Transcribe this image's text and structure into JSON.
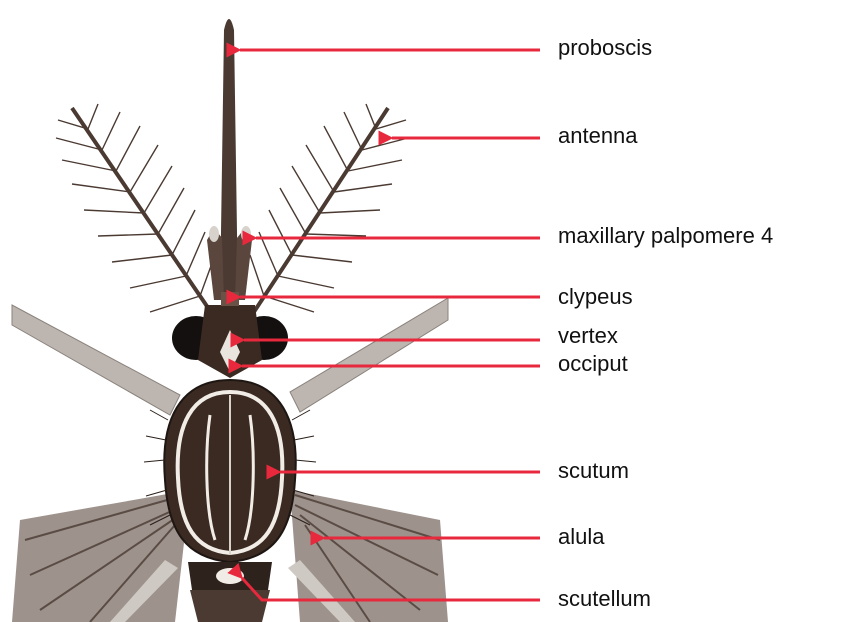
{
  "colors": {
    "arrow": "#e8283c",
    "body_dark": "#3a2a22",
    "body_mid": "#5a463c",
    "stripe": "#f1ece6",
    "wing": "#8c7f78",
    "leg": "#bdb6b0",
    "label_text": "#111111"
  },
  "labels": [
    {
      "id": "proboscis",
      "text": "proboscis"
    },
    {
      "id": "antenna",
      "text": "antenna"
    },
    {
      "id": "maxillary-palpomere-4",
      "text": "maxillary palpomere 4"
    },
    {
      "id": "clypeus",
      "text": "clypeus"
    },
    {
      "id": "vertex",
      "text": "vertex"
    },
    {
      "id": "occiput",
      "text": "occiput"
    },
    {
      "id": "scutum",
      "text": "scutum"
    },
    {
      "id": "alula",
      "text": "alula"
    },
    {
      "id": "scutellum",
      "text": "scutellum"
    }
  ]
}
